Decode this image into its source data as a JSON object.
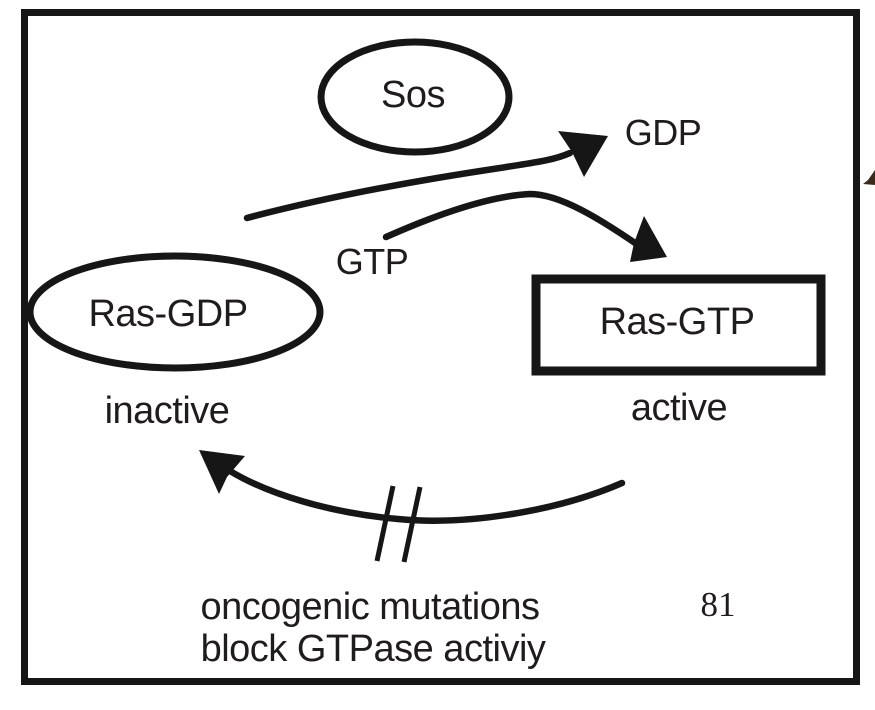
{
  "figure": {
    "kind": "ras-activation-cycle-diagram",
    "ink_color": "#1b1b1b",
    "background_color": "#ffffff"
  },
  "nodes": {
    "sos": "Sos",
    "ras_gdp": "Ras-GDP",
    "ras_gtp": "Ras-GTP"
  },
  "states": {
    "inactive": "inactive",
    "active": "active"
  },
  "molecules": {
    "gdp": "GDP",
    "gtp": "GTP"
  },
  "caption": {
    "line1": "oncogenic mutations",
    "line2": "block GTPase activiy"
  },
  "page_number": "81"
}
